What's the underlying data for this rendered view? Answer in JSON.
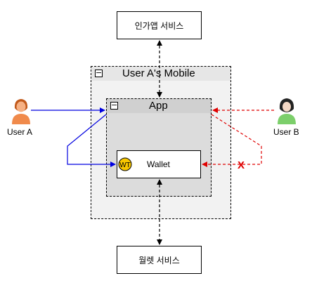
{
  "services": {
    "top_label": "인가앱 서비스",
    "bottom_label": "월렛 서비스"
  },
  "groups": {
    "mobile_title": "User A's Mobile",
    "app_title": "App",
    "collapse_glyph": "−"
  },
  "wallet": {
    "label": "Wallet",
    "badge": "WT"
  },
  "actors": {
    "user_a": "User A",
    "user_b": "User B"
  },
  "blocked_marker": "X",
  "colors": {
    "allowed": "#0000e0",
    "blocked": "#e00000",
    "user_a_body": "#f08a4b",
    "user_b_body": "#7ccf6b",
    "badge": "#f7c600"
  },
  "icons": [
    "person-icon",
    "collapse-icon",
    "wallet-badge-icon"
  ]
}
